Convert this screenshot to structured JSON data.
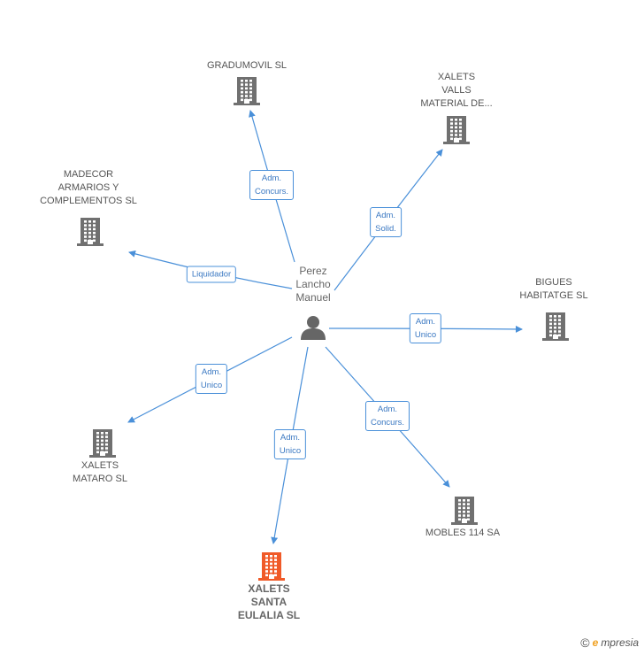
{
  "colors": {
    "edge": "#4a90d9",
    "building": "#707070",
    "building_highlight": "#f05a28",
    "person": "#666666"
  },
  "center": {
    "label": "Perez\nLancho\nManuel",
    "icon": "person-icon"
  },
  "nodes": [
    {
      "id": "gradumovil",
      "label": "GRADUMOVIL SL",
      "icon": "building-icon",
      "highlight": false
    },
    {
      "id": "xalets-valls",
      "label": "XALETS\nVALLS\nMATERIAL DE...",
      "icon": "building-icon",
      "highlight": false
    },
    {
      "id": "madecor",
      "label": "MADECOR\nARMARIOS Y\nCOMPLEMENTOS SL",
      "icon": "building-icon",
      "highlight": false
    },
    {
      "id": "bigues",
      "label": "BIGUES\nHABITATGE SL",
      "icon": "building-icon",
      "highlight": false
    },
    {
      "id": "xalets-mataro",
      "label": "XALETS\nMATARO SL",
      "icon": "building-icon",
      "highlight": false
    },
    {
      "id": "mobles",
      "label": "MOBLES 114 SA",
      "icon": "building-icon",
      "highlight": false
    },
    {
      "id": "xalets-santa",
      "label": "XALETS\nSANTA\nEULALIA SL",
      "icon": "building-icon",
      "highlight": true
    }
  ],
  "edges": [
    {
      "to": "gradumovil",
      "label": "Adm.\nConcurs."
    },
    {
      "to": "xalets-valls",
      "label": "Adm.\nSolid."
    },
    {
      "to": "madecor",
      "label": "Liquidador"
    },
    {
      "to": "bigues",
      "label": "Adm.\nUnico"
    },
    {
      "to": "xalets-mataro",
      "label": "Adm.\nUnico"
    },
    {
      "to": "mobles",
      "label": "Adm.\nConcurs."
    },
    {
      "to": "xalets-santa",
      "label": "Adm.\nUnico"
    }
  ],
  "footer": {
    "copyright": "©",
    "brand_initial": "e",
    "brand_rest": "mpresia"
  }
}
